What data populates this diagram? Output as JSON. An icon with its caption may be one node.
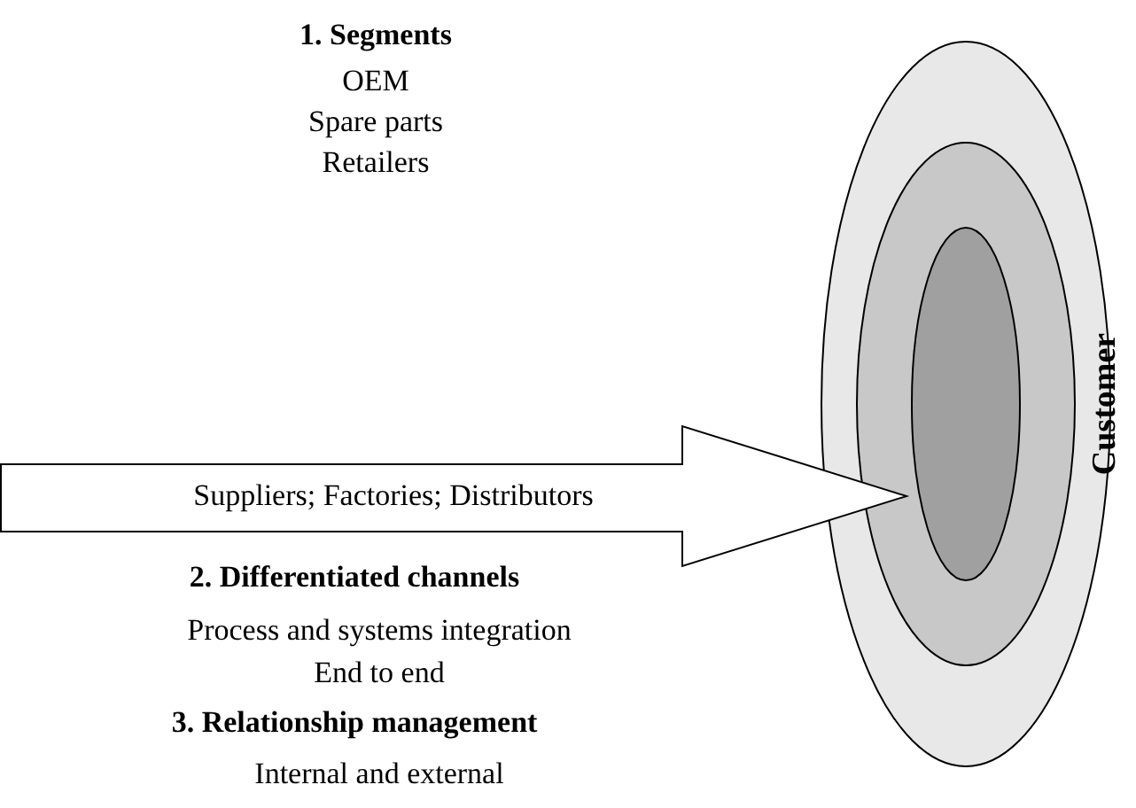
{
  "diagram": {
    "nodes": [
      {
        "text": [],
        "shape": "ellipse"
      },
      {
        "text": [],
        "shape": "ellipse",
        "in": 0
      },
      {
        "text": [],
        "shape": "ellipse",
        "in": 1
      },
      {
        "text": [
          "Suppliers; Factories; Distributors"
        ]
      }
    ],
    "labels": [
      "1. Segments",
      "OEM",
      "Spare parts",
      "Retailers",
      "2. Differentiated channels",
      "Process and systems integration",
      "End to end",
      "3. Relationship management",
      "Internal and external",
      "Customer"
    ]
  }
}
